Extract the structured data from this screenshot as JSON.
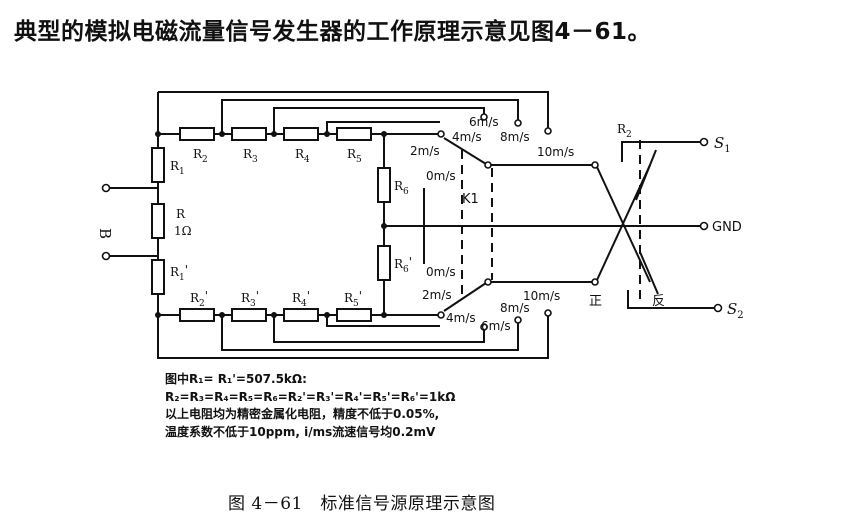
{
  "heading": "典型的模拟电磁流量信号发生器的工作原理示意见图4－61。",
  "resistors": {
    "r1": "R",
    "r1_sub": "1",
    "r": "R",
    "r_value": "1Ω",
    "r1p": "R",
    "r1p_sub": "1",
    "r1p_prime": "'",
    "r2": "R",
    "r2_sub": "2",
    "r3": "R",
    "r3_sub": "3",
    "r4": "R",
    "r4_sub": "4",
    "r5": "R",
    "r5_sub": "5",
    "r6": "R",
    "r6_sub": "6",
    "r6p": "R",
    "r6p_sub": "6",
    "r2p": "R",
    "r2p_sub": "2",
    "r3p": "R",
    "r3p_sub": "3",
    "r4p": "R",
    "r4p_sub": "4",
    "r5p": "R",
    "r5p_sub": "5",
    "prime": "'",
    "r2_switch": "R",
    "r2_switch_sub": "2"
  },
  "speeds": {
    "top_6": "6m/s",
    "top_4": "4m/s",
    "top_8": "8m/s",
    "top_2": "2m/s",
    "top_10": "10m/s",
    "top_0": "0m/s",
    "bot_0": "0m/s",
    "bot_2": "2m/s",
    "bot_10": "10m/s",
    "bot_8": "8m/s",
    "bot_4": "4m/s",
    "bot_6": "6m/s"
  },
  "switch": {
    "k1": "K1",
    "forward": "正",
    "reverse": "反"
  },
  "outputs": {
    "s1": "S",
    "s1_sub": "1",
    "gnd": "GND",
    "s2": "S",
    "s2_sub": "2"
  },
  "input_symbol": "B",
  "notes": {
    "line1_prefix": "图中",
    "line1_eq": "R₁= R₁'=507.5kΩ:",
    "line2": "R₂=R₃=R₄=R₅=R₆=R₂'=R₃'=R₄'=R₅'=R₆'=1kΩ",
    "line3": "以上电阻均为精密金属化电阻，精度不低于0.05%,",
    "line4": "温度系数不低于10ppm, i/ms流速信号均0.2mV"
  },
  "caption": "图 4－61　标准信号源原理示意图"
}
